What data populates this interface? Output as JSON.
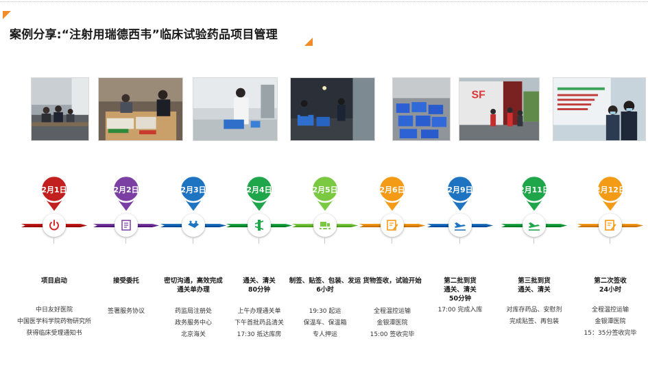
{
  "page": {
    "title": "案例分享:“注射用瑞德西韦”临床试验药品项目管理"
  },
  "colors": {
    "red": "#c21f1f",
    "purple": "#7b3fa3",
    "blue": "#1f74c2",
    "green": "#20a64a",
    "lightgreen": "#7bc943",
    "orange": "#f39a17",
    "accent": "#f28c28"
  },
  "photos": [
    {
      "name": "meeting-room-photo"
    },
    {
      "name": "signing-photo"
    },
    {
      "name": "lab-worker-photo"
    },
    {
      "name": "night-loading-photo"
    },
    {
      "name": "blue-cold-boxes-photo"
    },
    {
      "name": "truck-unloading-photo"
    },
    {
      "name": "launch-meeting-photo"
    }
  ],
  "timeline": [
    {
      "date": "2月1日",
      "color": "red",
      "icon": "power-icon",
      "heading": [
        "项目启动"
      ],
      "details": [
        "中日友好医院",
        "中国医学科学院药物研究所",
        "获得临床受理通知书"
      ]
    },
    {
      "date": "2月2日",
      "color": "purple",
      "icon": "document-icon",
      "heading": [
        "接受委托"
      ],
      "details": [
        "签署服务协议"
      ]
    },
    {
      "date": "2月3日",
      "color": "blue",
      "icon": "handshake-icon",
      "heading": [
        "密切沟通，高效完成",
        "通关单办理"
      ],
      "details": [
        "药监局注册处",
        "政务服务中心",
        "北京海关"
      ]
    },
    {
      "date": "2月4日",
      "color": "green",
      "icon": "customs-icon",
      "heading": [
        "通关、清关",
        "80分钟"
      ],
      "details": [
        "上午办理通关单",
        "下午首批药品清关",
        "17:30 抵达库房"
      ]
    },
    {
      "date": "2月5日",
      "color": "lightgreen",
      "icon": "conveyor-icon",
      "heading": [
        "制签、贴签、包装、发运",
        "6小时"
      ],
      "details": [
        "19:30 起运",
        "保温车、保温箱",
        "专人押运"
      ]
    },
    {
      "date": "2月6日",
      "color": "orange",
      "icon": "sign-icon",
      "heading": [
        "货物签收，试验开始"
      ],
      "details": [
        "全程温控运输",
        "金银潭医院",
        "15:00 签收完毕"
      ]
    },
    {
      "date": "2月9日",
      "color": "blue",
      "icon": "plane-landing-icon",
      "heading": [
        "第二批到货",
        "通关、清关",
        "50分钟"
      ],
      "details": [
        "17:00 完成入库"
      ]
    },
    {
      "date": "2月11日",
      "color": "green",
      "icon": "plane-landing-icon",
      "heading": [
        "第三批到货",
        "通关、清关"
      ],
      "details": [
        "对库存药品、安慰剂",
        "完成贴签、再包装"
      ]
    },
    {
      "date": "2月12日",
      "color": "orange",
      "icon": "sign-icon",
      "heading": [
        "第二次签收",
        "24小时"
      ],
      "details": [
        "全程温控运输",
        "金银潭医院",
        "15：35分签收完毕"
      ]
    }
  ]
}
